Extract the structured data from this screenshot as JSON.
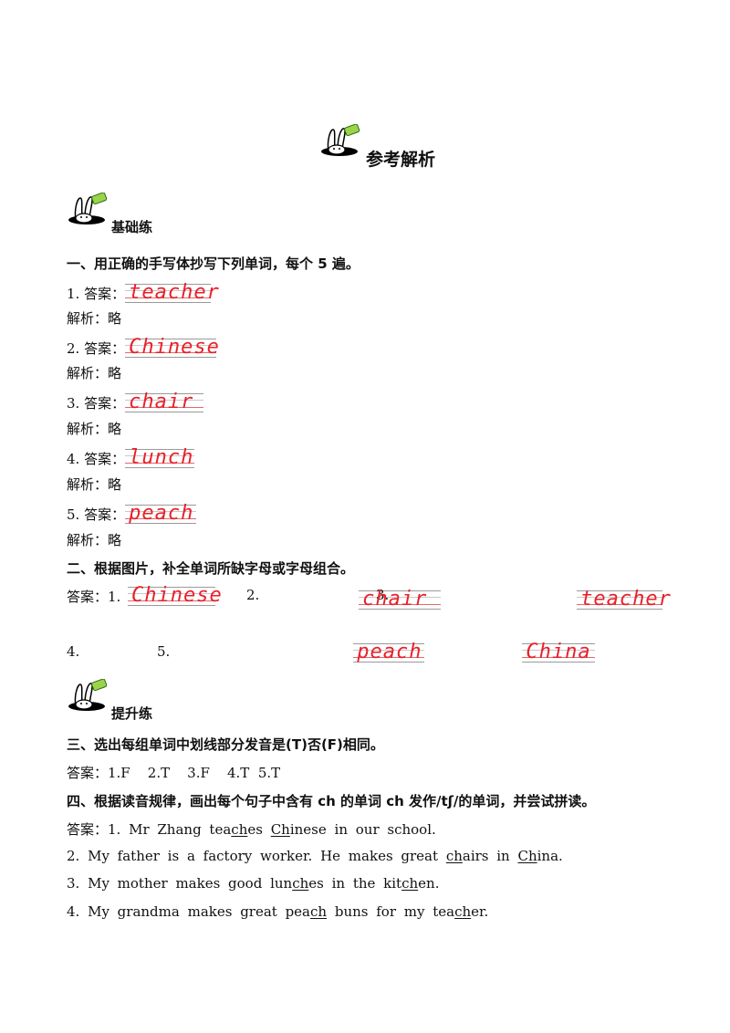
{
  "title": "参考解析",
  "sections": {
    "basic": "基础练",
    "advanced": "提升练"
  },
  "q1": {
    "heading": "一、用正确的手写体抄写下列单词，每个 5 遍。",
    "items": [
      {
        "num": "1. 答案：",
        "word": "teacher",
        "analysis": "解析：略"
      },
      {
        "num": "2. 答案：",
        "word": "Chinese",
        "analysis": "解析：略"
      },
      {
        "num": "3. 答案：",
        "word": "chair",
        "analysis": "解析：略"
      },
      {
        "num": "4. 答案：",
        "word": "lunch",
        "analysis": "解析：略"
      },
      {
        "num": "5. 答案：",
        "word": "peach",
        "analysis": "解析：略"
      }
    ]
  },
  "q2": {
    "heading": "二、根据图片，补全单词所缺字母或字母组合。",
    "label": "答案：",
    "items": [
      {
        "num": "1.",
        "word": "Chinese"
      },
      {
        "num": "2.",
        "word": "chair"
      },
      {
        "num": "3.",
        "word": "teacher"
      },
      {
        "num": "4.",
        "word": "peach"
      },
      {
        "num": "5.",
        "word": "China"
      }
    ]
  },
  "q3": {
    "heading": "三、选出每组单词中划线部分发音是(T)否(F)相同。",
    "answer": "答案：1.F    2.T    3.F    4.T  5.T"
  },
  "q4": {
    "heading": "四、根据读音规律，画出每个句子中含有 ch 的单词 ch 发作/tʃ/的单词，并尝试拼读。",
    "sentences": [
      [
        {
          "t": "答案：1. Mr Zhang tea"
        },
        {
          "t": "ch",
          "u": true
        },
        {
          "t": "es "
        },
        {
          "t": "Ch",
          "u": true
        },
        {
          "t": "inese in our school."
        }
      ],
      [
        {
          "t": "2. My father is a factory worker. He makes great "
        },
        {
          "t": "ch",
          "u": true
        },
        {
          "t": "airs in "
        },
        {
          "t": "Ch",
          "u": true
        },
        {
          "t": "ina."
        }
      ],
      [
        {
          "t": "3. My mother makes good lun"
        },
        {
          "t": "ch",
          "u": true
        },
        {
          "t": "es in the kit"
        },
        {
          "t": "ch",
          "u": true
        },
        {
          "t": "en."
        }
      ],
      [
        {
          "t": "4. My grandma makes great pea"
        },
        {
          "t": "ch",
          "u": true
        },
        {
          "t": " buns for my tea"
        },
        {
          "t": "ch",
          "u": true
        },
        {
          "t": "er."
        }
      ]
    ]
  }
}
